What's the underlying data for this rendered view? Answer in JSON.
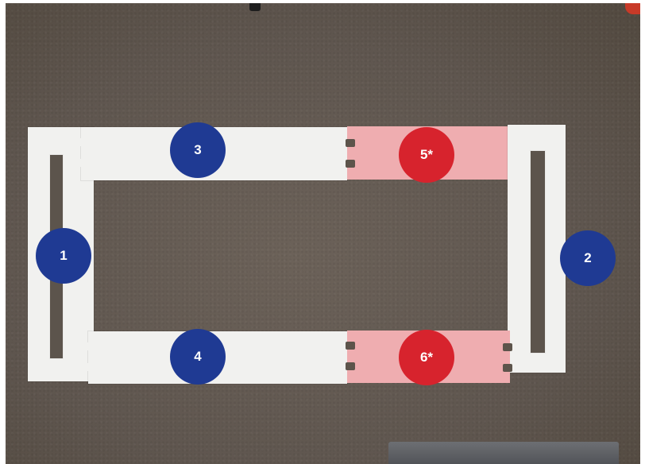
{
  "scene": {
    "floor_color": "#5f564f",
    "frame_color": "#f1f1ef",
    "highlight_color": "#efadb0"
  },
  "markers": {
    "m1": {
      "label": "1",
      "color": "#1f3a93"
    },
    "m2": {
      "label": "2",
      "color": "#1f3a93"
    },
    "m3": {
      "label": "3",
      "color": "#1f3a93"
    },
    "m4": {
      "label": "4",
      "color": "#1f3a93"
    },
    "m5": {
      "label": "5*",
      "color": "#d7232d"
    },
    "m6": {
      "label": "6*",
      "color": "#d7232d"
    }
  }
}
